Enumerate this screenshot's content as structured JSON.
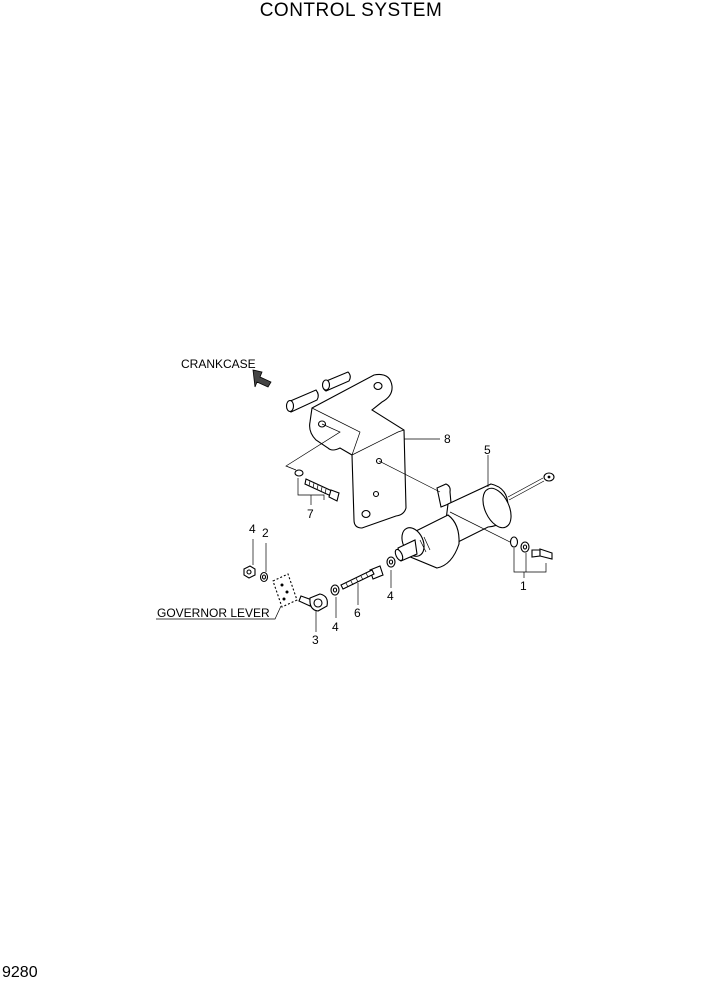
{
  "page": {
    "title": "CONTROL SYSTEM",
    "number": "9280"
  },
  "labels": {
    "crankcase": "CRANKCASE",
    "governor_lever": "GOVERNOR LEVER"
  },
  "callouts": {
    "part_1": "1",
    "part_2": "2",
    "part_3": "3",
    "part_4_top": "4",
    "part_4_middle": "4",
    "part_4_bottom": "4",
    "part_5": "5",
    "part_6": "6",
    "part_7": "7",
    "part_8": "8"
  }
}
